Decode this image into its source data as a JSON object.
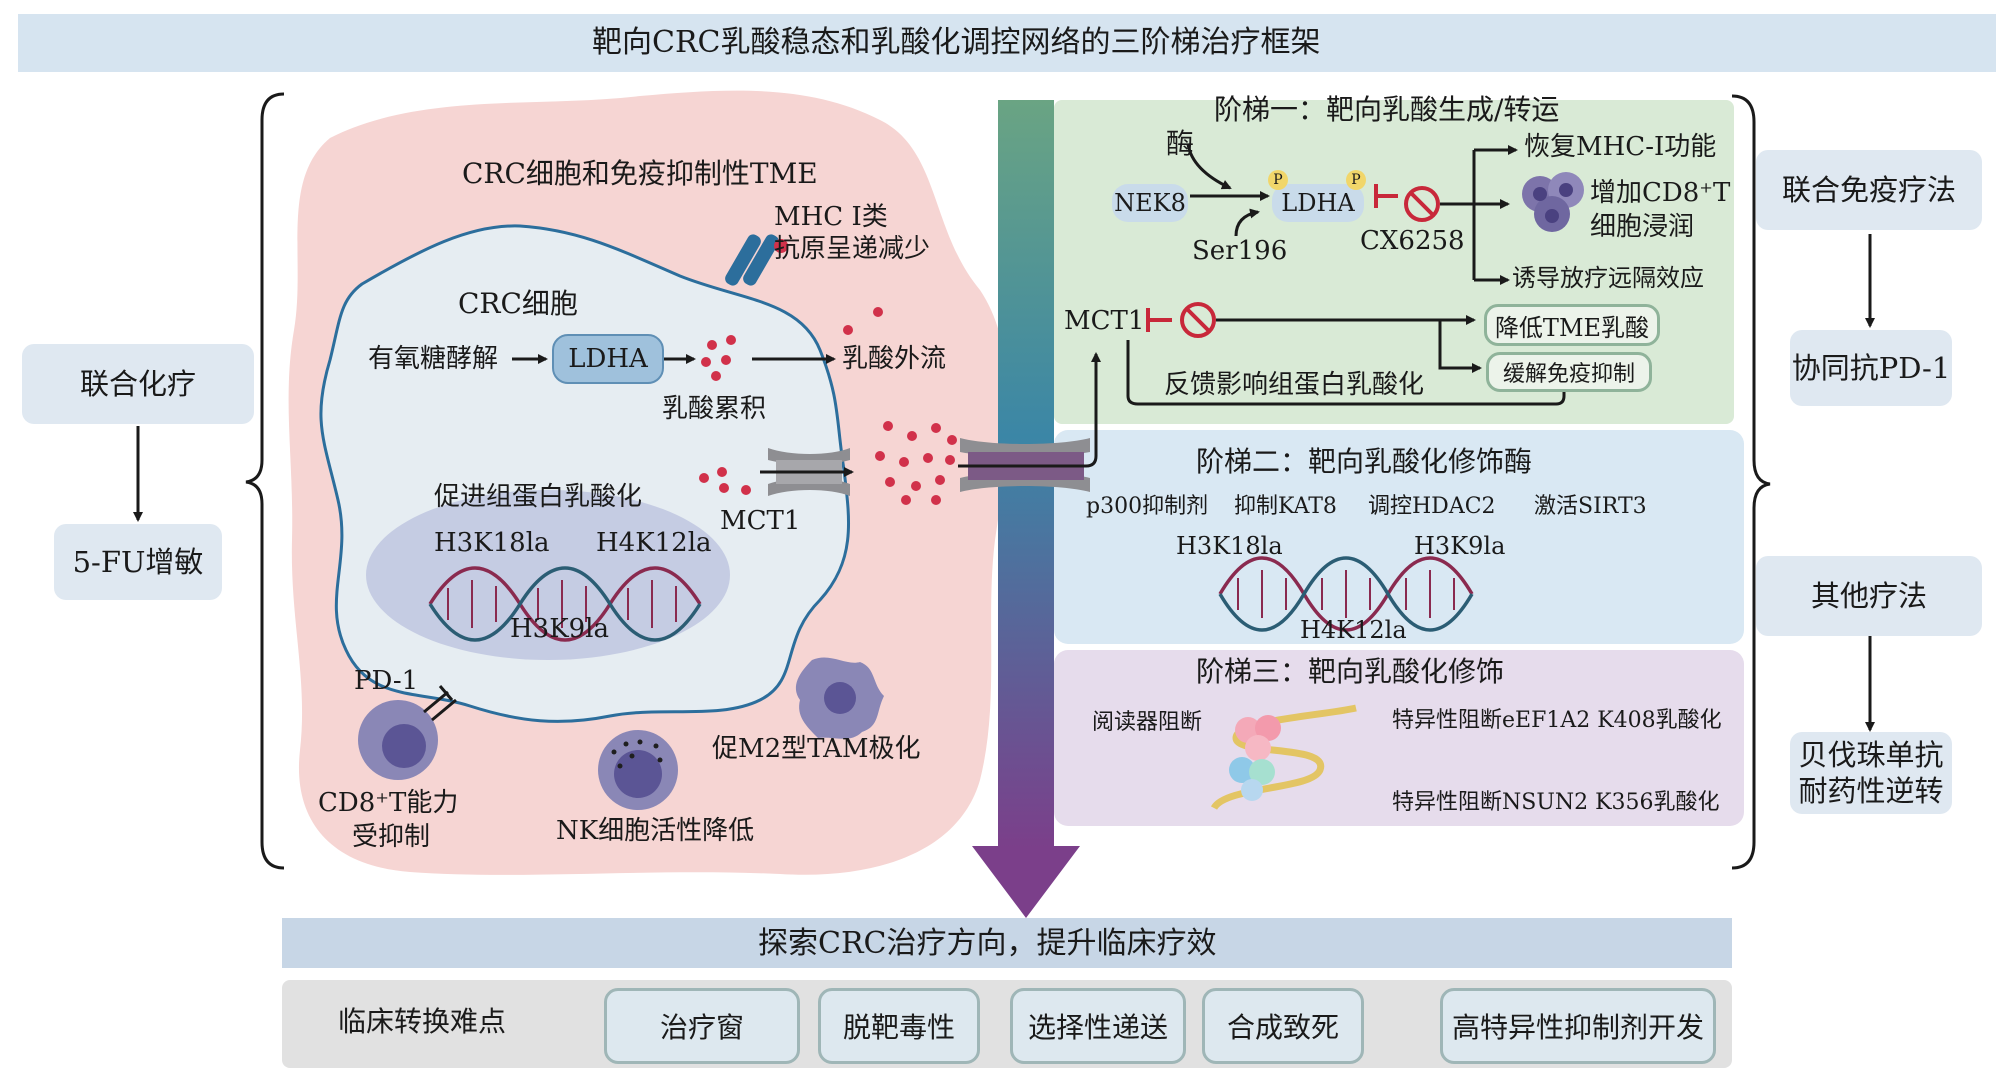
{
  "title": "靶向CRC乳酸稳态和乳酸化调控网络的三阶梯治疗框架",
  "left_therapy": {
    "top": "联合化疗",
    "bottom": "5-FU增敏"
  },
  "tme": {
    "title": "CRC细胞和免疫抑制性TME",
    "mhc_label_1": "MHC I类",
    "mhc_label_2": "抗原呈递减少",
    "cell_title": "CRC细胞",
    "glycolysis": "有氧糖酵解",
    "ldha": "LDHA",
    "lactate_accumulation": "乳酸累积",
    "lactate_efflux": "乳酸外流",
    "histone_title": "促进组蛋白乳酸化",
    "h3k18la": "H3K18la",
    "h4k12la": "H4K12la",
    "h3k9la": "H3K9la",
    "mct1": "MCT1",
    "pd1": "PD-1",
    "cd8_1": "CD8⁺T能力",
    "cd8_2": "受抑制",
    "nk": "NK细胞活性降低",
    "tam": "促M2型TAM极化"
  },
  "ladder1": {
    "title": "阶梯一：靶向乳酸生成/转运",
    "enzyme": "酶",
    "nek8": "NEK8",
    "ldha": "LDHA",
    "p": "P",
    "ser196": "Ser196",
    "cx6258": "CX6258",
    "out1": "恢复MHC-I功能",
    "out2_1": "增加CD8⁺T",
    "out2_2": "细胞浸润",
    "out3": "诱导放疗远隔效应",
    "mct1": "MCT1",
    "reduce": "降低TME乳酸",
    "relieve": "缓解免疫抑制",
    "feedback": "反馈影响组蛋白乳酸化"
  },
  "ladder2": {
    "title": "阶梯二：靶向乳酸化修饰酶",
    "items": [
      "p300抑制剂",
      "抑制KAT8",
      "调控HDAC2",
      "激活SIRT3"
    ],
    "h3k18la": "H3K18la",
    "h3k9la": "H3K9la",
    "h4k12la": "H4K12la"
  },
  "ladder3": {
    "title": "阶梯三：靶向乳酸化修饰",
    "reader": "阅读器阻断",
    "block1": "特异性阻断eEF1A2 K408乳酸化",
    "block2": "特异性阻断NSUN2 K356乳酸化"
  },
  "right_therapy": {
    "immuno": "联合免疫疗法",
    "pd1": "协同抗PD-1",
    "other": "其他疗法",
    "bev_1": "贝伐珠单抗",
    "bev_2": "耐药性逆转"
  },
  "bottom": {
    "banner": "探索CRC治疗方向，提升临床疗效",
    "label": "临床转换难点",
    "items": [
      "治疗窗",
      "脱靶毒性",
      "选择性递送",
      "合成致死",
      "高特异性抑制剂开发"
    ]
  },
  "colors": {
    "title_bar": "#d6e4f0",
    "tme_pink": "#f6d5d3",
    "cell_fill": "#e6edf2",
    "cell_border": "#2c6e9c",
    "ladder1": "#d9ead6",
    "ladder2": "#d9e8f3",
    "ladder3": "#e6dcec",
    "lactate": "#d1314a",
    "inhibit": "#c8283a"
  }
}
